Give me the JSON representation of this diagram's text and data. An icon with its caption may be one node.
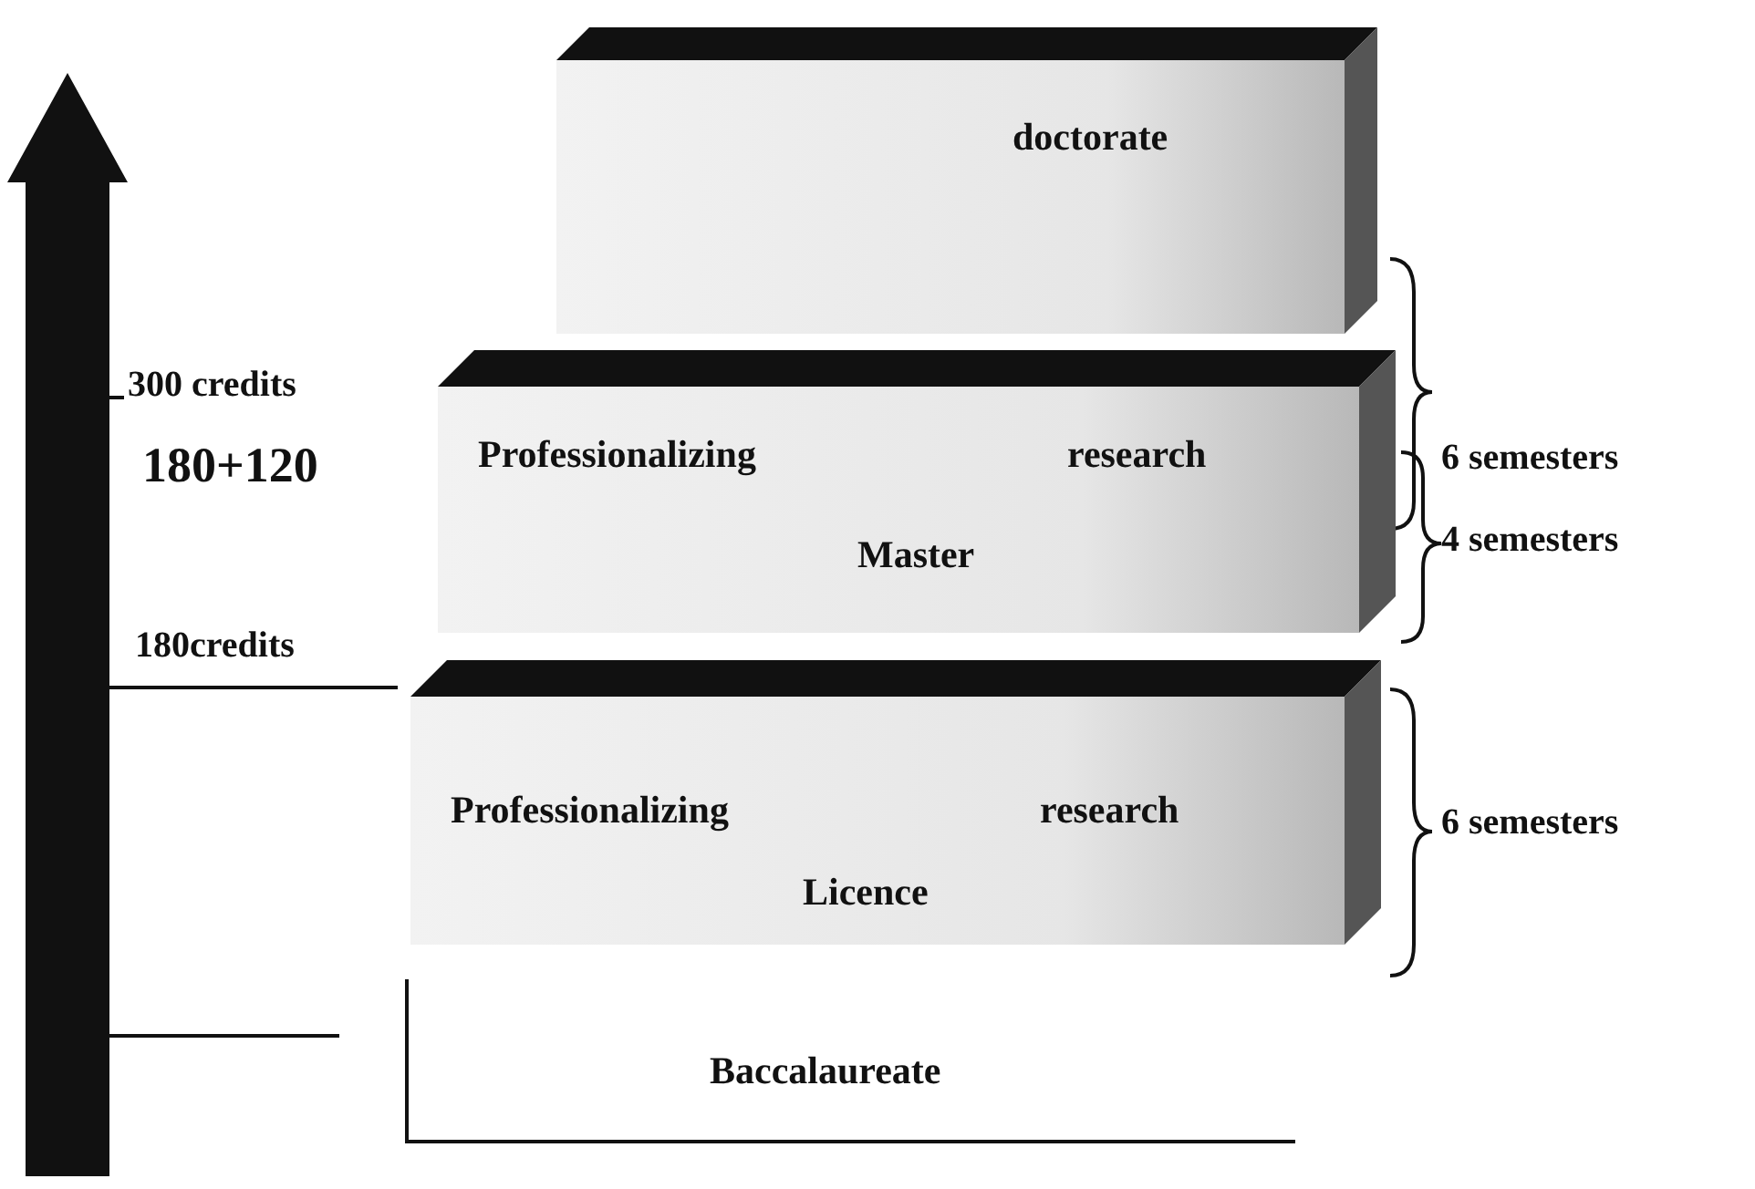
{
  "diagram": {
    "nodes": [
      {
        "text": [
          "doctorate"
        ]
      },
      {
        "text": [
          "Professionalizing",
          "research",
          "Master"
        ],
        "beside": [
          "4 semesters"
        ]
      },
      {
        "text": [
          "Professionalizing",
          "research",
          "Licence"
        ],
        "beside": [
          "6 semesters"
        ]
      },
      {
        "text": [
          "Baccalaureate"
        ]
      }
    ],
    "labels": [
      "300 credits",
      "180+120",
      "6 semesters",
      "180credits"
    ]
  }
}
